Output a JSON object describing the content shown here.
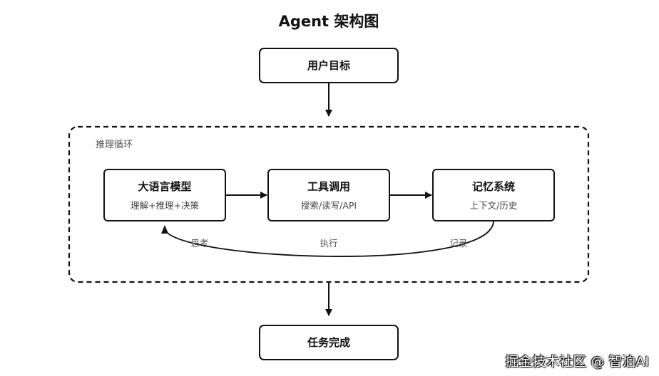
{
  "title": "Agent 架构图",
  "nodes": {
    "user_goal": {
      "label": "用户目标"
    },
    "llm": {
      "label": "大语言模型",
      "sub": "理解+推理+决策"
    },
    "tools": {
      "label": "工具调用",
      "sub": "搜索/读写/API"
    },
    "memory": {
      "label": "记忆系统",
      "sub": "上下文/历史"
    },
    "task_done": {
      "label": "任务完成"
    }
  },
  "loop_region": {
    "label": "推理循环"
  },
  "loop_labels": {
    "think": "思考",
    "execute": "执行",
    "record": "记录"
  },
  "watermark": "掘金技术社区 @ 智泊AI"
}
